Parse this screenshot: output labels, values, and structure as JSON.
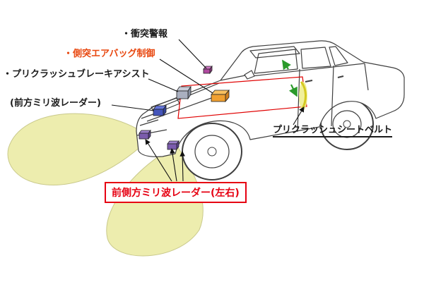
{
  "diagram": {
    "title_hint": "pre-crash safety system diagram",
    "labels": {
      "collision_warning": "・衝突警報",
      "side_airbag_control": "・側突エアバッグ制御",
      "precrash_brake_assist": "・プリクラッシュブレーキアシスト",
      "front_mmwave_radar": "(前方ミリ波レーダー)",
      "precrash_seatbelt": "プリクラッシュシートベルト",
      "front_side_mmwave_radar": "前側方ミリ波レーダー(左右)"
    },
    "colors": {
      "highlight_red": "#e60012",
      "wiring_red": "#e00000",
      "side_airbag_label_orange_red": "#e8470f",
      "label_black": "#1a1a1a",
      "beam_fill": "#ededae",
      "beam_edge": "#c9c98b",
      "radar_unit_purple": "#7b5cad",
      "front_radar_blue": "#4455bb",
      "airbag_ecu_orange": "#f0a030",
      "brake_ecu_gray": "#aab0c0",
      "buzzer_magenta": "#b04aa0",
      "seatbelt_yellow": "#d4c920",
      "arrow_green": "#2a9a2a",
      "car_line": "#3f3f3f"
    }
  }
}
